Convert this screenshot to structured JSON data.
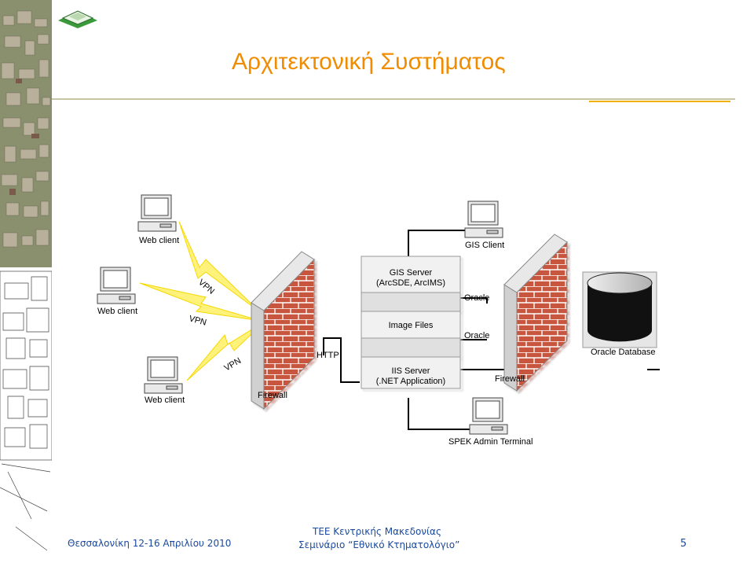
{
  "slide": {
    "title": "Αρχιτεκτονική Συστήματος",
    "page_number": "5"
  },
  "footer": {
    "left": "Θεσσαλονίκη 12-16 Απριλίου 2010",
    "center_line1": "ΤΕΕ Κεντρικής Μακεδονίας",
    "center_line2": "Σεμινάριο “Εθνικό Κτηματολόγιο”"
  },
  "diagram": {
    "web_client_top": "Web client",
    "web_client_left": "Web client",
    "web_client_bottom": "Web client",
    "vpn_1": "VPN",
    "vpn_2": "VPN",
    "vpn_3": "VPN",
    "firewall_left": "Firewall",
    "http": "HTTP",
    "gis_server_line1": "GIS Server",
    "gis_server_line2": "(ArcSDE, ArcIMS)",
    "image_files": "Image Files",
    "iis_server_line1": "IIS Server",
    "iis_server_line2": "(.NET Application)",
    "oracle_1": "Oracle",
    "oracle_2": "Oracle",
    "gis_client": "GIS Client",
    "firewall_right": "Firewall",
    "oracle_database": "Oracle Database",
    "spek_admin_terminal": "SPEK Admin Terminal"
  },
  "colors": {
    "title": "#f08c00",
    "footer_text": "#1a4aa0",
    "brick": "#c8553c",
    "mortar": "#ffffff",
    "cylinder_body": "#111111",
    "lightning": "#ffeb3b"
  }
}
